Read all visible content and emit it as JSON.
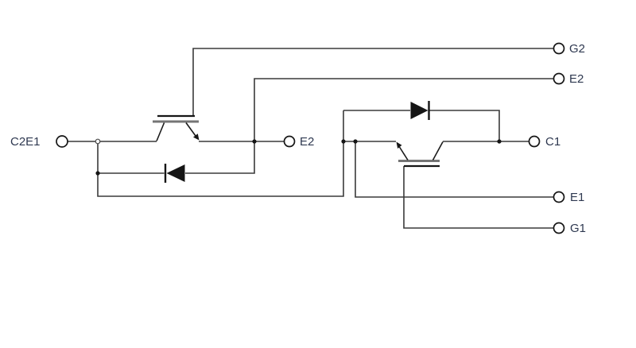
{
  "diagram": {
    "kind": "dual-igbt-module-equivalent-circuit",
    "background_color": "#ffffff",
    "wire_color": "#3a3a3a",
    "symbol_color": "#151515",
    "body_bar_color": "#757575",
    "label_color": "#2e3850",
    "terminals": {
      "c2e1": {
        "label": "C2E1"
      },
      "g2": {
        "label": "G2"
      },
      "e2_top": {
        "label": "E2"
      },
      "e2_aux": {
        "label": "E2"
      },
      "c1": {
        "label": "C1"
      },
      "e1": {
        "label": "E1"
      },
      "g1": {
        "label": "G1"
      }
    },
    "components": [
      {
        "id": "igbt2",
        "type": "igbt-transistor",
        "position": "left",
        "gate_terminal": "G2"
      },
      {
        "id": "fwd2",
        "type": "freewheeling-diode",
        "position": "left",
        "points": "left"
      },
      {
        "id": "igbt1",
        "type": "igbt-transistor",
        "position": "right",
        "gate_terminal": "G1"
      },
      {
        "id": "fwd1",
        "type": "freewheeling-diode",
        "position": "right",
        "points": "right"
      }
    ]
  }
}
